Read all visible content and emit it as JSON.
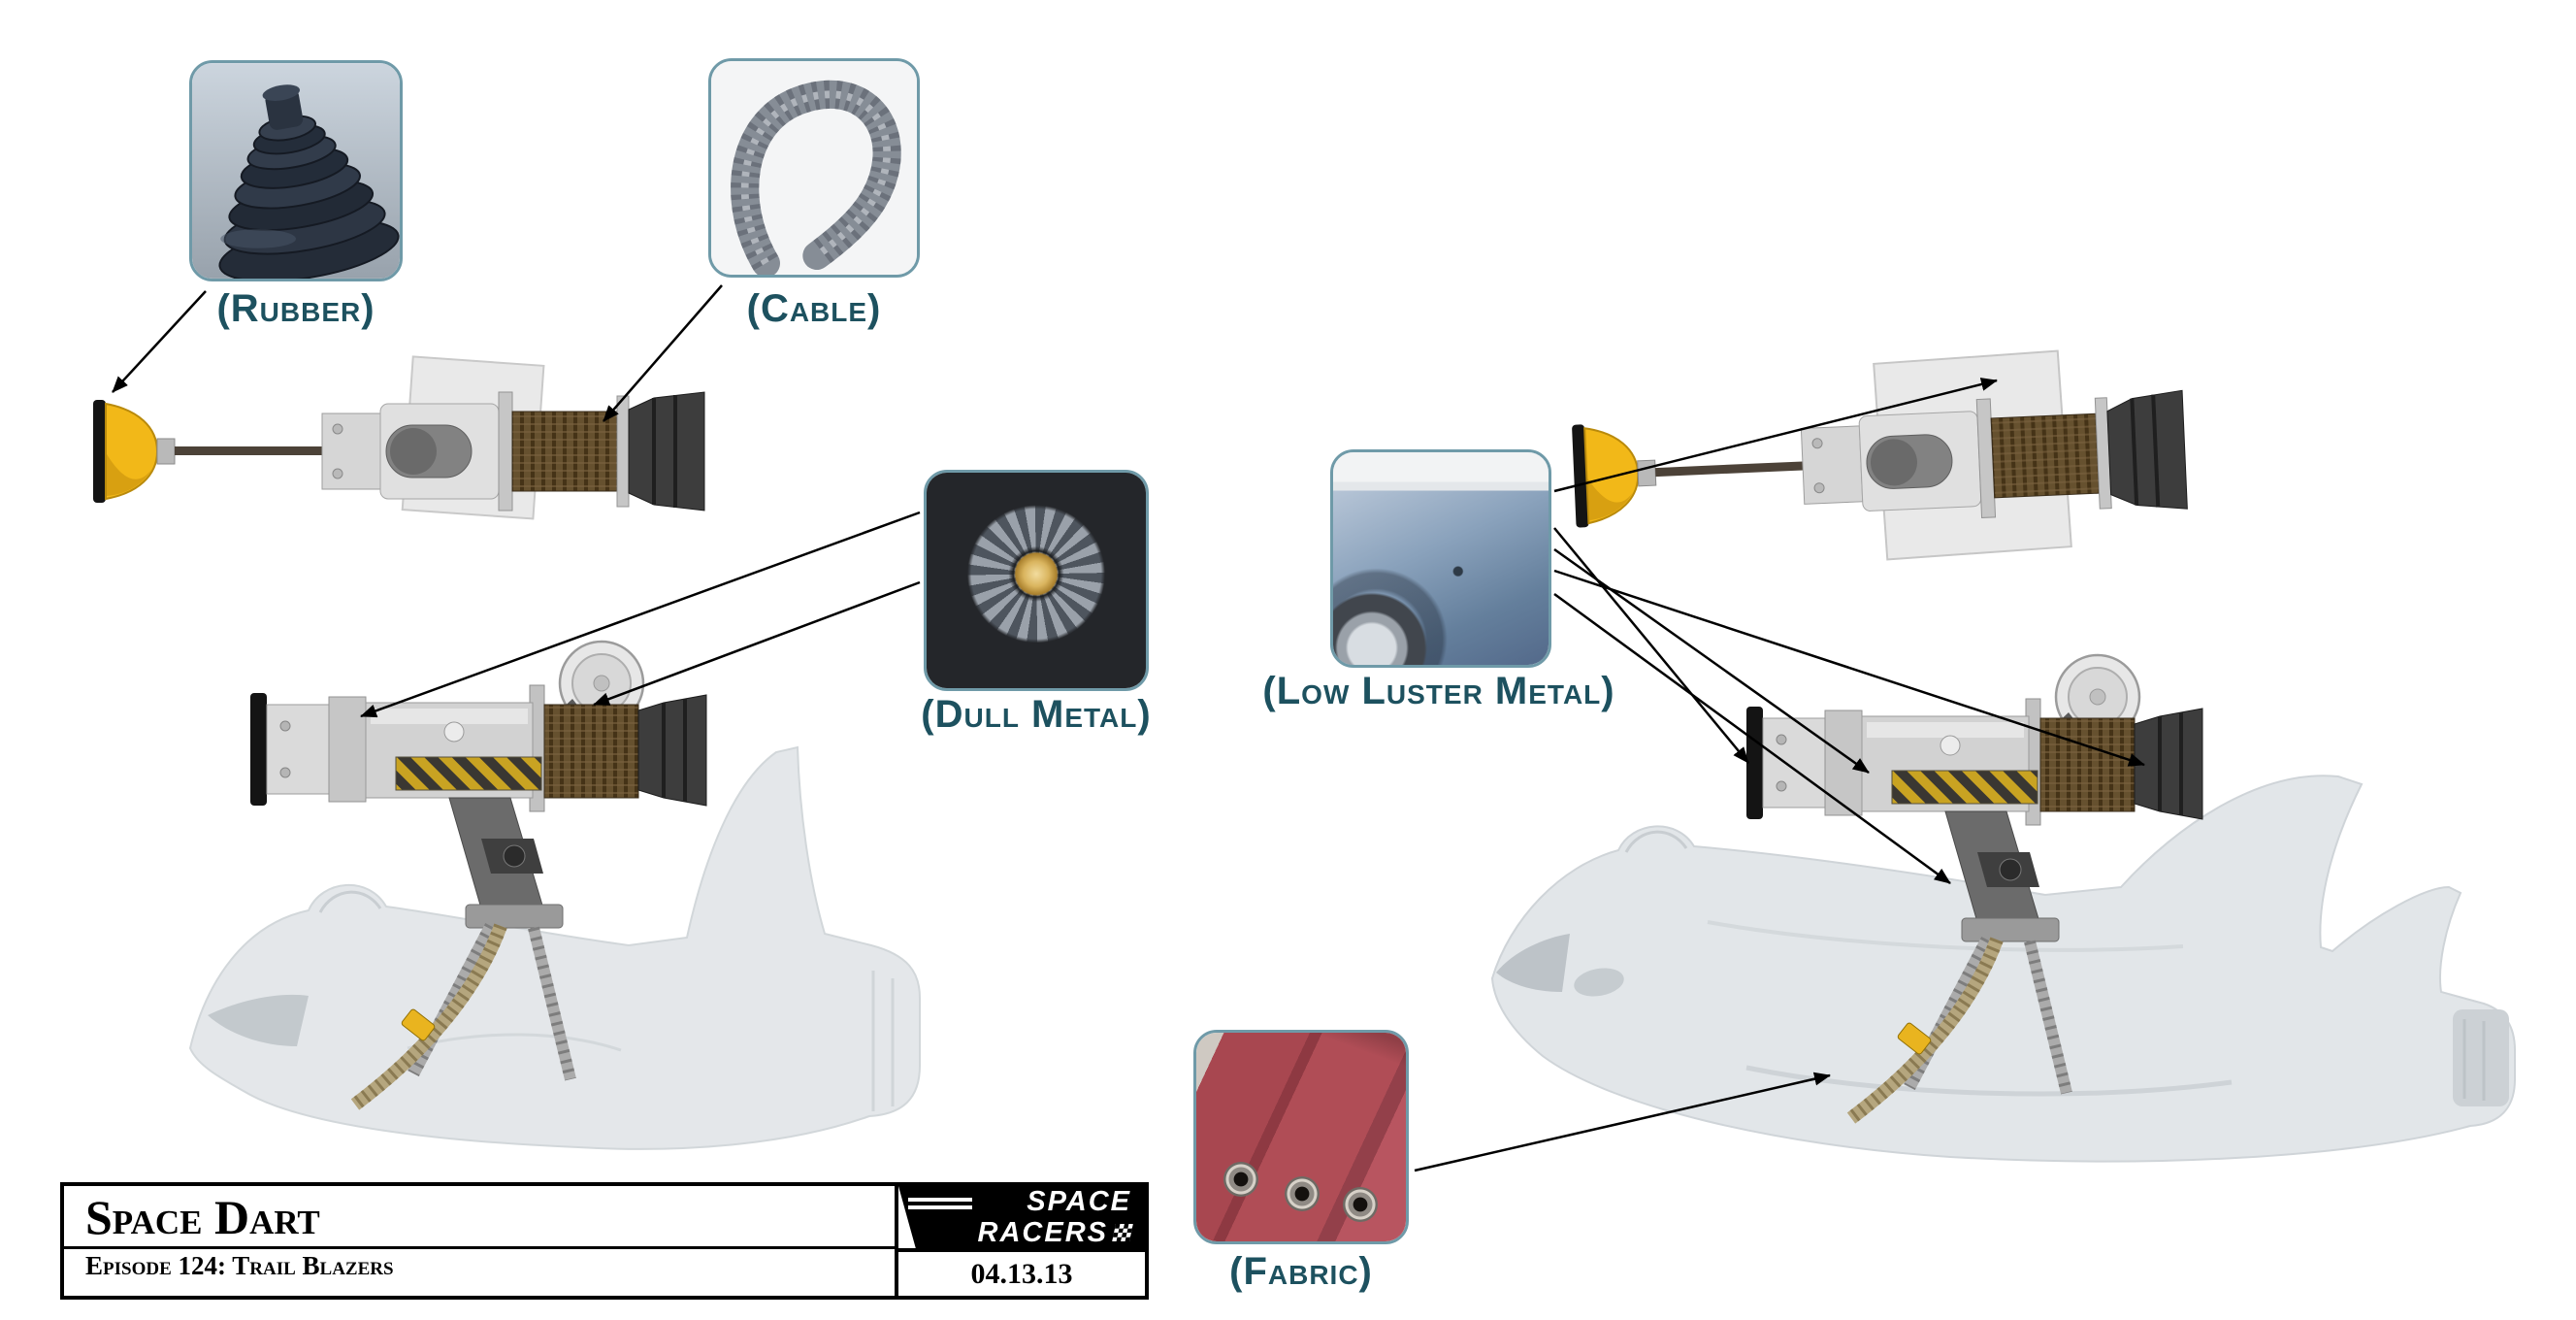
{
  "materials": {
    "rubber": {
      "label": "(Rubber)"
    },
    "cable": {
      "label": "(Cable)"
    },
    "dull_metal": {
      "label": "(Dull Metal)"
    },
    "low_luster_metal": {
      "label": "(Low Luster Metal)"
    },
    "fabric": {
      "label": "(Fabric)"
    }
  },
  "title_block": {
    "title": "Space Dart",
    "episode": "Episode 124: Trail Blazers",
    "logo": {
      "line1": "SPACE",
      "line2": "RACERS"
    },
    "date": "04.13.13"
  },
  "colors": {
    "label_teal": "#1d515f",
    "card_border": "#6f9aa8",
    "dart_yellow": "#f2b818",
    "hazard_yellow": "#c9a322",
    "cable_brown": "#66512f",
    "fabric_red": "#a84750",
    "metal_blue": "#8aa2bc",
    "ghost_gray": "#e4e7ea"
  }
}
